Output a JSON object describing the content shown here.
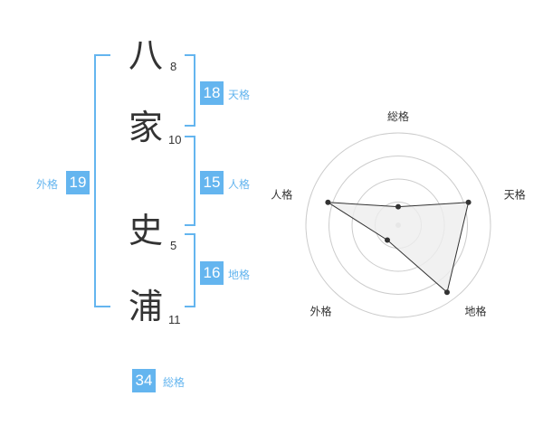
{
  "name": {
    "chars": [
      {
        "char": "八",
        "strokes": "8"
      },
      {
        "char": "家",
        "strokes": "10"
      },
      {
        "char": "史",
        "strokes": "5"
      },
      {
        "char": "浦",
        "strokes": "11"
      }
    ]
  },
  "fortune": {
    "tenkaku": {
      "value": "18",
      "label": "天格"
    },
    "jinkaku": {
      "value": "15",
      "label": "人格"
    },
    "chikaku": {
      "value": "16",
      "label": "地格"
    },
    "gaikaku": {
      "value": "19",
      "label": "外格"
    },
    "soukaku": {
      "value": "34",
      "label": "総格"
    }
  },
  "colors": {
    "accent": "#64b5ef",
    "text": "#333333",
    "grid": "#cccccc"
  },
  "chart_data": {
    "type": "radar",
    "axes": [
      "総格",
      "天格",
      "地格",
      "外格",
      "人格"
    ],
    "values": [
      0.2,
      0.8,
      0.9,
      0.2,
      0.8
    ],
    "levels": 4
  }
}
